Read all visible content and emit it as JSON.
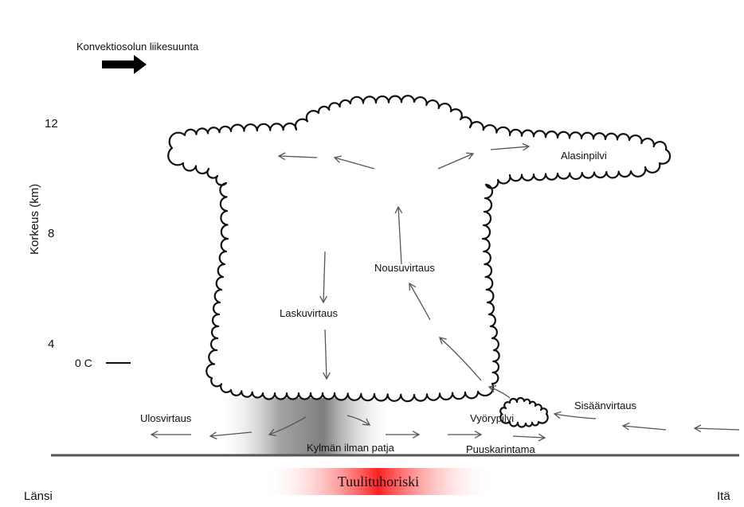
{
  "title": "Konvektiosolun liikesuunta",
  "y_axis": {
    "label": "Korkeus (km)",
    "ticks": [
      "12",
      "8",
      "4"
    ],
    "freezing_level": "0 C"
  },
  "labels": {
    "anvil": "Alasinpilvi",
    "updraft": "Nousuvirtaus",
    "downdraft": "Laskuvirtaus",
    "outflow": "Ulosvirtaus",
    "cold_pool": "Kylmän ilman patja",
    "roll_cloud": "Vyörypilvi",
    "inflow": "Sisäänvirtaus",
    "gust_front": "Puuskarintama",
    "wind_damage_risk": "Tuulituhoriski"
  },
  "directions": {
    "west": "Länsi",
    "east": "Itä"
  },
  "colors": {
    "risk_band": "#ff3333",
    "cold_pool": "#555555",
    "ground": "#555555"
  }
}
